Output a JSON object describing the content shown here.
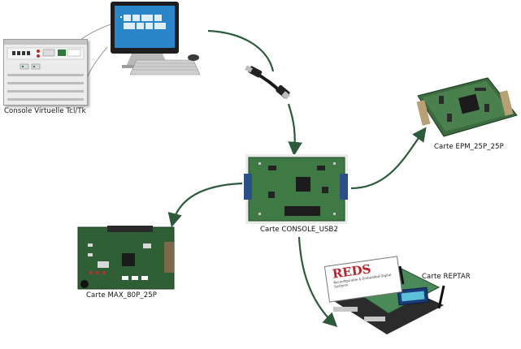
{
  "labels": {
    "console_virtuelle": "Console Virtuelle Tcl/Tk",
    "carte_epm": "Carte EPM_25P_25P",
    "carte_console": "Carte CONSOLE_USB2",
    "carte_max": "Carte MAX_80P_25P",
    "carte_reptar": "Carte REPTAR",
    "reds_logo": "REDS",
    "reds_tagline": "Reconfigurable & Embedded Digital Systems"
  },
  "colors": {
    "arrow": "#2e5a3c",
    "pcb_green": "#3f7a45",
    "pcb_blue": "#2f4f7f",
    "connector_blue": "#2c4f8a",
    "reds_red": "#c0202a"
  },
  "icons": {
    "computer": "all-in-one-pc-icon",
    "usb_cable": "usb-cable-icon",
    "tk_window": "tcl-tk-console-window-icon"
  }
}
